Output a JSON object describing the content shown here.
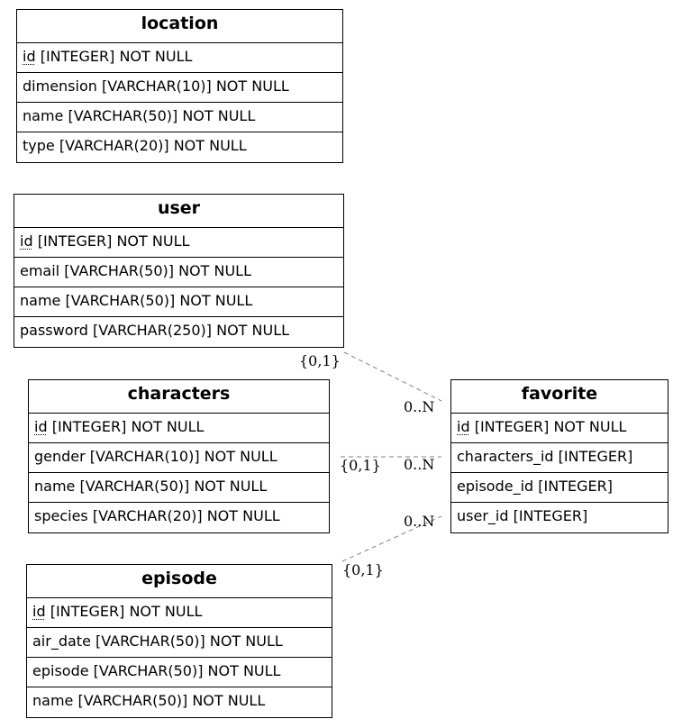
{
  "entities": {
    "location": {
      "title": "location",
      "rows": [
        {
          "pk": "id",
          "rest": " [INTEGER] NOT NULL"
        },
        {
          "pk": "",
          "rest": "dimension [VARCHAR(10)] NOT NULL"
        },
        {
          "pk": "",
          "rest": "name [VARCHAR(50)] NOT NULL"
        },
        {
          "pk": "",
          "rest": "type [VARCHAR(20)] NOT NULL"
        }
      ]
    },
    "user": {
      "title": "user",
      "rows": [
        {
          "pk": "id",
          "rest": " [INTEGER] NOT NULL"
        },
        {
          "pk": "",
          "rest": "email [VARCHAR(50)] NOT NULL"
        },
        {
          "pk": "",
          "rest": "name [VARCHAR(50)] NOT NULL"
        },
        {
          "pk": "",
          "rest": "password [VARCHAR(250)] NOT NULL"
        }
      ]
    },
    "characters": {
      "title": "characters",
      "rows": [
        {
          "pk": "id",
          "rest": " [INTEGER] NOT NULL"
        },
        {
          "pk": "",
          "rest": "gender [VARCHAR(10)] NOT NULL"
        },
        {
          "pk": "",
          "rest": "name [VARCHAR(50)] NOT NULL"
        },
        {
          "pk": "",
          "rest": "species [VARCHAR(20)] NOT NULL"
        }
      ]
    },
    "episode": {
      "title": "episode",
      "rows": [
        {
          "pk": "id",
          "rest": " [INTEGER] NOT NULL"
        },
        {
          "pk": "",
          "rest": "air_date [VARCHAR(50)] NOT NULL"
        },
        {
          "pk": "",
          "rest": "episode [VARCHAR(50)] NOT NULL"
        },
        {
          "pk": "",
          "rest": "name [VARCHAR(50)] NOT NULL"
        }
      ]
    },
    "favorite": {
      "title": "favorite",
      "rows": [
        {
          "pk": "id",
          "rest": " [INTEGER] NOT NULL"
        },
        {
          "pk": "",
          "rest": "characters_id [INTEGER]"
        },
        {
          "pk": "",
          "rest": "episode_id [INTEGER]"
        },
        {
          "pk": "",
          "rest": "user_id [INTEGER]"
        }
      ]
    }
  },
  "relationships": [
    {
      "from": "user",
      "to": "favorite",
      "from_card": "{0,1}",
      "to_card": "0..N"
    },
    {
      "from": "characters",
      "to": "favorite",
      "from_card": "{0,1}",
      "to_card": "0..N"
    },
    {
      "from": "episode",
      "to": "favorite",
      "from_card": "{0,1}",
      "to_card": "0..N"
    }
  ],
  "colors": {
    "border": "#000000",
    "connector": "#808080",
    "background": "#ffffff"
  }
}
